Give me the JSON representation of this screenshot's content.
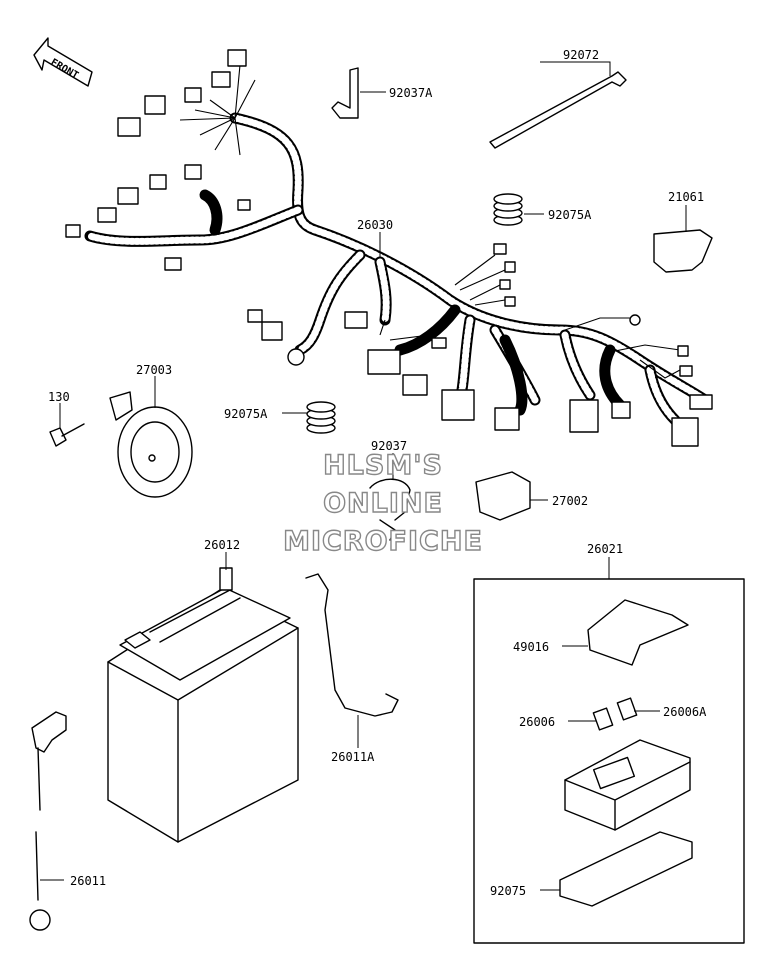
{
  "orientation_label": "FRONT",
  "watermark": [
    "HLSM'S",
    "ONLINE",
    "MICROFICHE"
  ],
  "callouts": {
    "p92072": "92072",
    "p92037A": "92037A",
    "p92075A_top": "92075A",
    "p21061": "21061",
    "p26030": "26030",
    "p27003": "27003",
    "p130": "130",
    "p92075A_mid": "92075A",
    "p92037": "92037",
    "p27002": "27002",
    "p26012": "26012",
    "p26021": "26021",
    "p49016": "49016",
    "p26006": "26006",
    "p26006A": "26006A",
    "p26011A": "26011A",
    "p26011": "26011",
    "p92075": "92075"
  }
}
